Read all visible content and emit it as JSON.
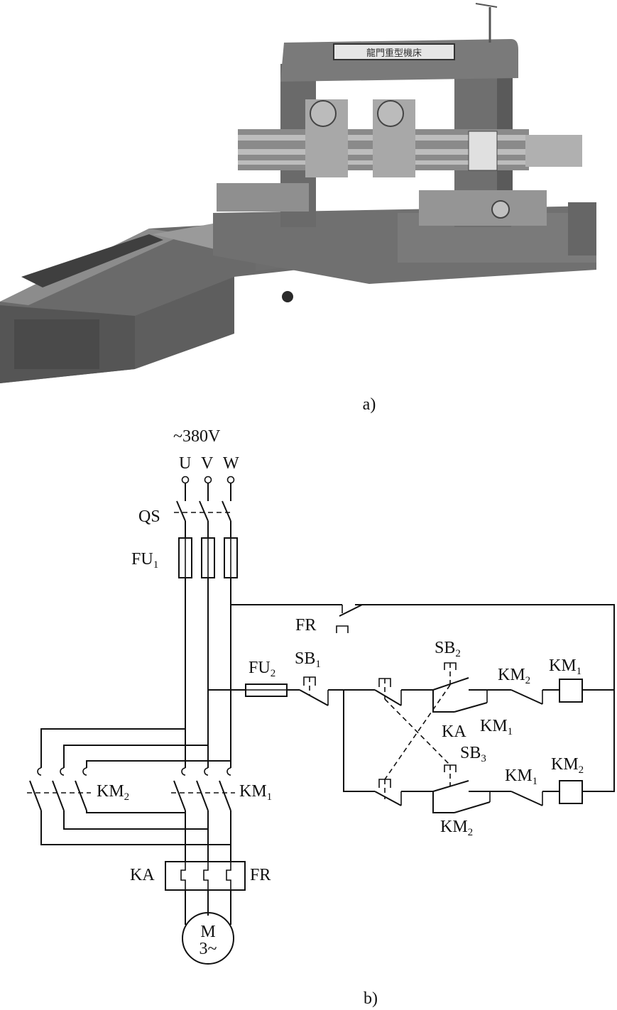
{
  "figure": {
    "caption_a": "a)",
    "caption_b": "b)",
    "machine_plate": "龍門重型機床"
  },
  "circuit": {
    "supply": "~380V",
    "phase_u": "U",
    "phase_v": "V",
    "phase_w": "W",
    "qs": "QS",
    "fu1": {
      "main": "FU",
      "sub": "1"
    },
    "fu2": {
      "main": "FU",
      "sub": "2"
    },
    "fr_top": "FR",
    "sb1": {
      "main": "SB",
      "sub": "1"
    },
    "sb2": {
      "main": "SB",
      "sub": "2"
    },
    "sb3": {
      "main": "SB",
      "sub": "3"
    },
    "km2_nc_upper": {
      "main": "KM",
      "sub": "2"
    },
    "km1_coil": {
      "main": "KM",
      "sub": "1"
    },
    "ka_contact": "KA",
    "km1_hold": {
      "main": "KM",
      "sub": "1"
    },
    "km1_nc_lower": {
      "main": "KM",
      "sub": "1"
    },
    "km2_coil": {
      "main": "KM",
      "sub": "2"
    },
    "km2_hold": {
      "main": "KM",
      "sub": "2"
    },
    "km2_main": {
      "main": "KM",
      "sub": "2"
    },
    "km1_main": {
      "main": "KM",
      "sub": "1"
    },
    "ka_bottom": "KA",
    "fr_bottom": "FR",
    "motor": "M",
    "motor_phase": "3~"
  }
}
